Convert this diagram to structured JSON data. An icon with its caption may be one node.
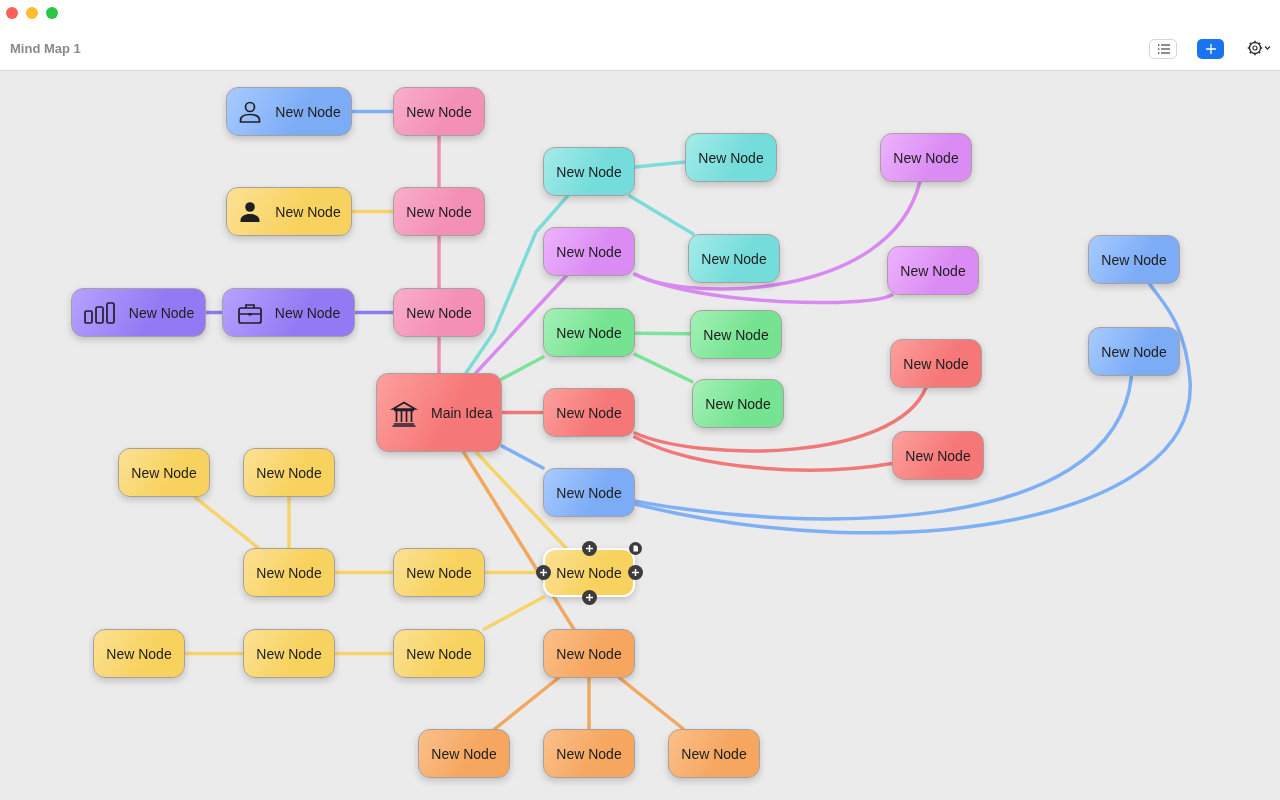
{
  "diagram": {
    "title": "Mind Map 1",
    "nodes": [
      {
        "text": [
          "Main Idea"
        ]
      },
      {
        "text": [
          "New Node"
        ]
      },
      {
        "text": [
          "New Node"
        ]
      },
      {
        "text": [
          "New Node"
        ]
      },
      {
        "text": [
          "New Node"
        ]
      },
      {
        "text": [
          "New Node"
        ]
      },
      {
        "text": [
          "New Node"
        ]
      },
      {
        "text": [
          "New Node"
        ]
      },
      {
        "text": [
          "New Node"
        ]
      },
      {
        "text": [
          "New Node"
        ]
      },
      {
        "text": [
          "New Node"
        ]
      },
      {
        "text": [
          "New Node"
        ]
      },
      {
        "text": [
          "New Node"
        ]
      },
      {
        "text": [
          "New Node"
        ]
      },
      {
        "text": [
          "New Node"
        ]
      },
      {
        "text": [
          "New Node"
        ]
      },
      {
        "text": [
          "New Node"
        ]
      },
      {
        "text": [
          "New Node"
        ]
      },
      {
        "text": [
          "New Node"
        ]
      },
      {
        "text": [
          "New Node"
        ]
      },
      {
        "text": [
          "New Node"
        ]
      },
      {
        "text": [
          "New Node"
        ]
      },
      {
        "text": [
          "New Node"
        ]
      },
      {
        "text": [
          "New Node"
        ]
      },
      {
        "text": [
          "New Node"
        ]
      },
      {
        "text": [
          "New Node"
        ]
      },
      {
        "text": [
          "New Node"
        ]
      },
      {
        "text": [
          "New Node"
        ]
      },
      {
        "text": [
          "New Node"
        ]
      },
      {
        "text": [
          "New Node"
        ]
      },
      {
        "text": [
          "New Node"
        ]
      },
      {
        "text": [
          "New Node"
        ]
      },
      {
        "text": [
          "New Node"
        ]
      },
      {
        "text": [
          "New Node"
        ]
      },
      {
        "text": [
          "New Node"
        ]
      }
    ],
    "edges": [
      {
        "from": 0,
        "to": 5,
        "arrow": "none",
        "color": "#ef8fb3"
      },
      {
        "from": 5,
        "to": 3,
        "arrow": "none",
        "color": "#ef8fb3"
      },
      {
        "from": 3,
        "to": 1,
        "arrow": "none",
        "color": "#ef8fb3"
      },
      {
        "from": 1,
        "to": 2,
        "arrow": "none",
        "color": "#7fb0f5"
      },
      {
        "from": 3,
        "to": 4,
        "arrow": "none",
        "color": "#f5d46a"
      },
      {
        "from": 5,
        "to": 6,
        "arrow": "none",
        "color": "#8f7bef"
      },
      {
        "from": 6,
        "to": 7,
        "arrow": "none",
        "color": "#8f7bef"
      },
      {
        "from": 0,
        "to": 8,
        "arrow": "none",
        "color": "#7ddbd8"
      },
      {
        "from": 8,
        "to": 9,
        "arrow": "none",
        "color": "#7ddbd8"
      },
      {
        "from": 8,
        "to": 10,
        "arrow": "none",
        "color": "#7ddbd8"
      },
      {
        "from": 0,
        "to": 11,
        "arrow": "none",
        "color": "#d98af0"
      },
      {
        "from": 11,
        "to": 12,
        "arrow": "none",
        "color": "#d98af0"
      },
      {
        "from": 11,
        "to": 13,
        "arrow": "none",
        "color": "#d98af0"
      },
      {
        "from": 0,
        "to": 14,
        "arrow": "none",
        "color": "#7de39a"
      },
      {
        "from": 14,
        "to": 15,
        "arrow": "none",
        "color": "#7de39a"
      },
      {
        "from": 14,
        "to": 16,
        "arrow": "none",
        "color": "#7de39a"
      },
      {
        "from": 0,
        "to": 17,
        "arrow": "none",
        "color": "#f07878"
      },
      {
        "from": 17,
        "to": 18,
        "arrow": "none",
        "color": "#f07878"
      },
      {
        "from": 17,
        "to": 19,
        "arrow": "none",
        "color": "#f07878"
      },
      {
        "from": 0,
        "to": 20,
        "arrow": "none",
        "color": "#7fb0f5"
      },
      {
        "from": 20,
        "to": 22,
        "arrow": "none",
        "color": "#7fb0f5"
      },
      {
        "from": 20,
        "to": 21,
        "arrow": "none",
        "color": "#7fb0f5"
      },
      {
        "from": 0,
        "to": 27,
        "arrow": "none",
        "color": "#f5d46a"
      },
      {
        "from": 27,
        "to": 26,
        "arrow": "none",
        "color": "#f5d46a"
      },
      {
        "from": 26,
        "to": 25,
        "arrow": "none",
        "color": "#f5d46a"
      },
      {
        "from": 25,
        "to": 24,
        "arrow": "none",
        "color": "#f5d46a"
      },
      {
        "from": 25,
        "to": 23,
        "arrow": "none",
        "color": "#f5d46a"
      },
      {
        "from": 27,
        "to": 30,
        "arrow": "none",
        "color": "#f5d46a"
      },
      {
        "from": 30,
        "to": 29,
        "arrow": "none",
        "color": "#f5d46a"
      },
      {
        "from": 29,
        "to": 28,
        "arrow": "none",
        "color": "#f5d46a"
      },
      {
        "from": 0,
        "to": 31,
        "arrow": "none",
        "color": "#f3a860"
      },
      {
        "from": 31,
        "to": 32,
        "arrow": "none",
        "color": "#f3a860"
      },
      {
        "from": 31,
        "to": 33,
        "arrow": "none",
        "color": "#f3a860"
      },
      {
        "from": 31,
        "to": 34,
        "arrow": "none",
        "color": "#f3a860"
      }
    ]
  }
}
